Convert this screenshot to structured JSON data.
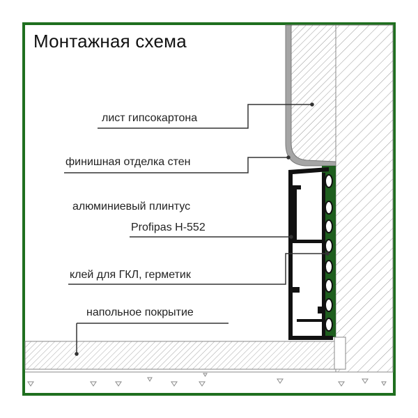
{
  "title": "Монтажная схема",
  "labels": {
    "drywall": "лист гипсокартона",
    "finish": "финишная отделка стен",
    "profile_line1": "алюминиевый плинтус",
    "profile_line2": "Profipas H-552",
    "glue": "клей для ГКЛ, герметик",
    "floor": "напольное покрытие"
  },
  "colors": {
    "frame": "#1f6f1f",
    "glue_green": "#1e5e1e",
    "profile": "#111111",
    "finish_gray": "#9a9a9a",
    "line": "#333333"
  }
}
